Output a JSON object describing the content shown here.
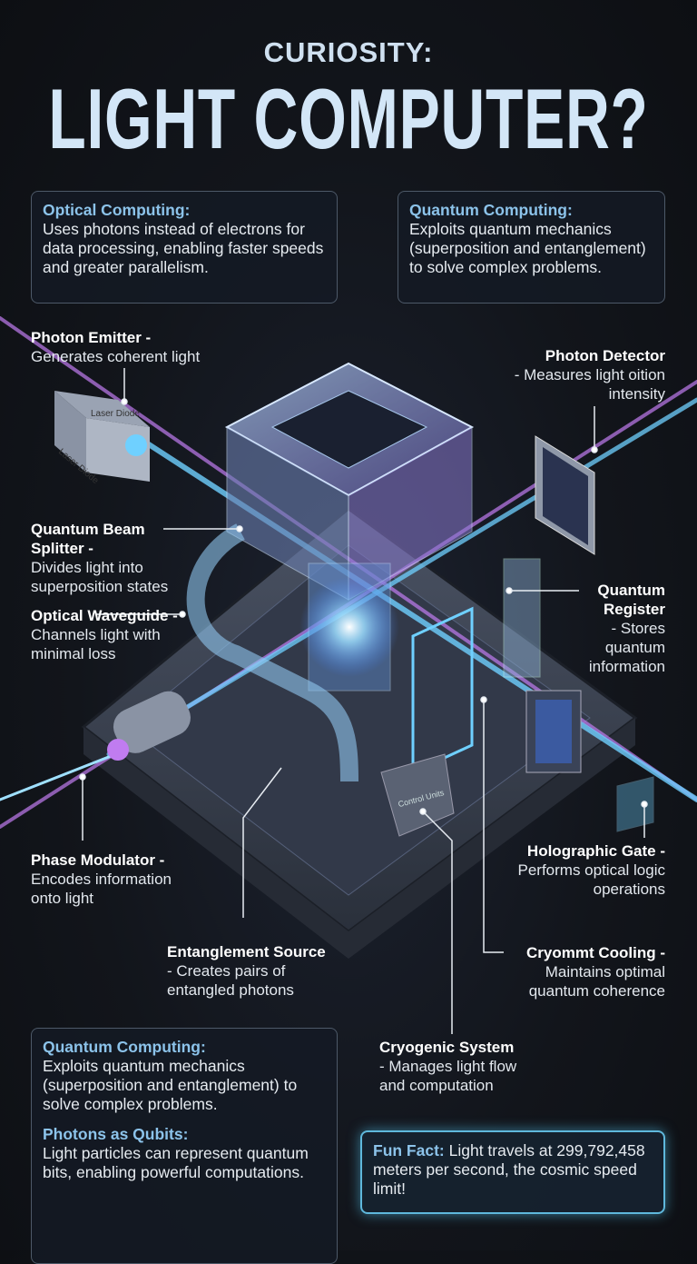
{
  "header": {
    "kicker": "CURIOSITY:",
    "title": "LIGHT COMPUTER?"
  },
  "top_boxes": [
    {
      "heading": "Optical Computing:",
      "body": "Uses photons instead of electrons for data processing, enabling faster speeds and greater parallelism."
    },
    {
      "heading": "Quantum Computing:",
      "body": "Exploits quantum mechanics (superposition and entanglement) to solve complex problems."
    }
  ],
  "illustration": {
    "laser_text_1": "Laser Diode",
    "laser_text_2": "Laser Diode",
    "control_text": "Control Units"
  },
  "labels": {
    "photon_emitter": {
      "title": "Photon Emitter -",
      "desc": "Generates coherent light"
    },
    "photon_detector": {
      "title": "Photon Detector",
      "desc": "- Measures light oition intensity"
    },
    "beam_splitter": {
      "title": "Quantum Beam Splitter -",
      "desc": "Divides light into superposition states"
    },
    "waveguide": {
      "title": "Optical Waveguide -",
      "desc": "Channels light with minimal loss"
    },
    "register": {
      "title": "Quantum Register",
      "desc": "- Stores quantum information"
    },
    "phase_modulator": {
      "title": "Phase Modulator -",
      "desc": "Encodes information onto light"
    },
    "holographic_gate": {
      "title": "Holographic Gate -",
      "desc": "Performs optical logic operations"
    },
    "entanglement_source": {
      "title": "Entanglement Source",
      "desc": "- Creates pairs of entangled photons"
    },
    "cooling": {
      "title": "Cryommt Cooling -",
      "desc": "Maintains optimal quantum coherence"
    },
    "cryogenic_system": {
      "title": "Cryogenic System",
      "desc": "- Manages light flow and computation"
    }
  },
  "bottom_box": {
    "heading1": "Quantum Computing:",
    "body1": "Exploits quantum mechanics (superposition and entanglement) to solve complex problems.",
    "heading2": "Photons as Qubits:",
    "body2": "Light particles can represent quantum bits, enabling powerful computations."
  },
  "fun_fact": {
    "heading": "Fun Fact:",
    "body": "Light travels at 299,792,458 meters per second, the cosmic speed limit!"
  },
  "colors": {
    "accent": "#8cc3ea",
    "beam_blue": "#6fd0ff",
    "beam_purple": "#c07cf0",
    "background": "#12151b"
  }
}
